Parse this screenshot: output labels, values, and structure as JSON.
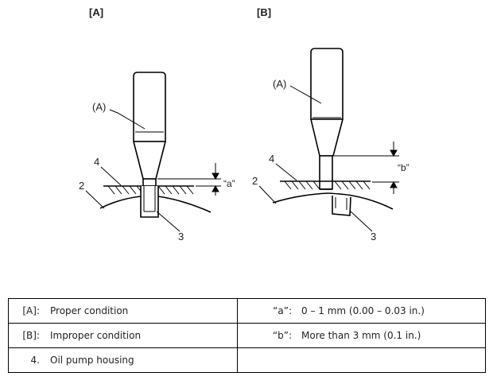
{
  "figure": {
    "panel_a_label": "[A]",
    "panel_b_label": "[B]",
    "tool_label": "(A)",
    "callout_2": "2",
    "callout_3": "3",
    "callout_4": "4",
    "dim_a": "“a”",
    "dim_b": "“b”"
  },
  "legend": {
    "rows": [
      {
        "left_key": "[A]:",
        "left_value": "Proper condition",
        "right_key": "“a”:",
        "right_value": "0 – 1 mm (0.00 – 0.03 in.)"
      },
      {
        "left_key": "[B]:",
        "left_value": "Improper condition",
        "right_key": "“b”:",
        "right_value": "More than 3 mm (0.1 in.)"
      },
      {
        "left_key": "4.",
        "left_value": "Oil pump housing",
        "right_key": "",
        "right_value": ""
      }
    ]
  }
}
